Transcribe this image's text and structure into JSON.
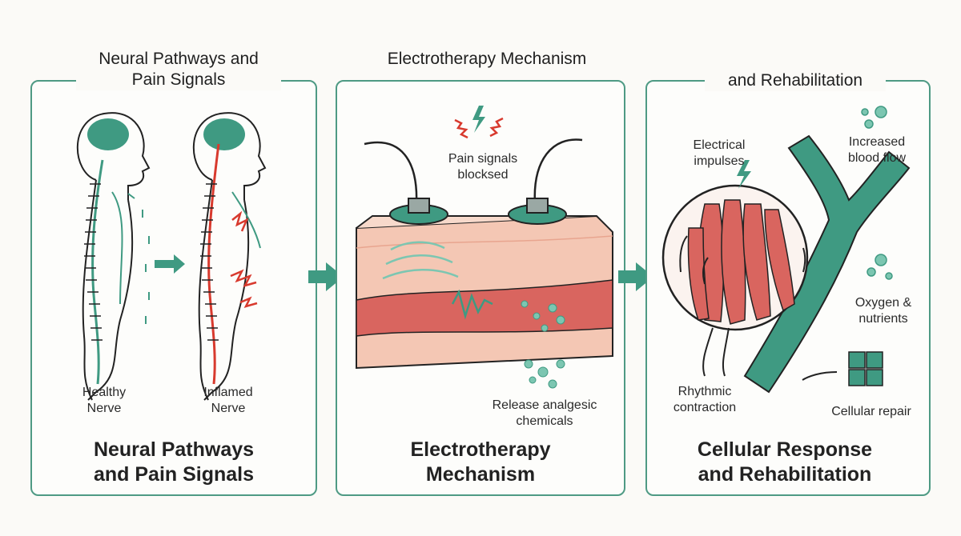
{
  "panels": [
    {
      "top_title_line1": "Neural Pathways and",
      "top_title_line2": "Pain Signals",
      "bottom_title_line1": "Neural Pathways",
      "bottom_title_line2": "and Pain Signals",
      "labels": {
        "healthy_line1": "Healthy",
        "healthy_line2": "Nerve",
        "inflamed_line1": "Inflamed",
        "inflamed_line2": "Nerve"
      }
    },
    {
      "top_title": "Electrotherapy Mechanism",
      "bottom_title_line1": "Electrotherapy",
      "bottom_title_line2": "Mechanism",
      "labels": {
        "pain_line1": "Pain signals",
        "pain_line2": "blocksed",
        "release_line1": "Release analgesic",
        "release_line2": "chemicals"
      }
    },
    {
      "top_title": "and Rehabilitation",
      "bottom_title_line1": "Cellular Response",
      "bottom_title_line2": "and Rehabilitation",
      "labels": {
        "electrical_line1": "Electrical",
        "electrical_line2": "impulses",
        "blood_line1": "Increased",
        "blood_line2": "blood flow",
        "oxygen_line1": "Oxygen &",
        "oxygen_line2": "nutrients",
        "rhythmic_line1": "Rhythmic",
        "rhythmic_line2": "contraction",
        "repair": "Cellular repair"
      }
    }
  ],
  "colors": {
    "teal": "#3f9a82",
    "teal_light": "#7cc6b1",
    "muscle": "#d9655f",
    "skin": "#f4c7b4",
    "pain_red": "#d83a2e",
    "vessel": "#3f9a82"
  },
  "icons": [
    "brain-icon",
    "lightning-icon",
    "electrode-icon",
    "muscle-fiber-icon",
    "blood-vessel-icon",
    "puzzle-icon",
    "arrow-right-icon"
  ]
}
